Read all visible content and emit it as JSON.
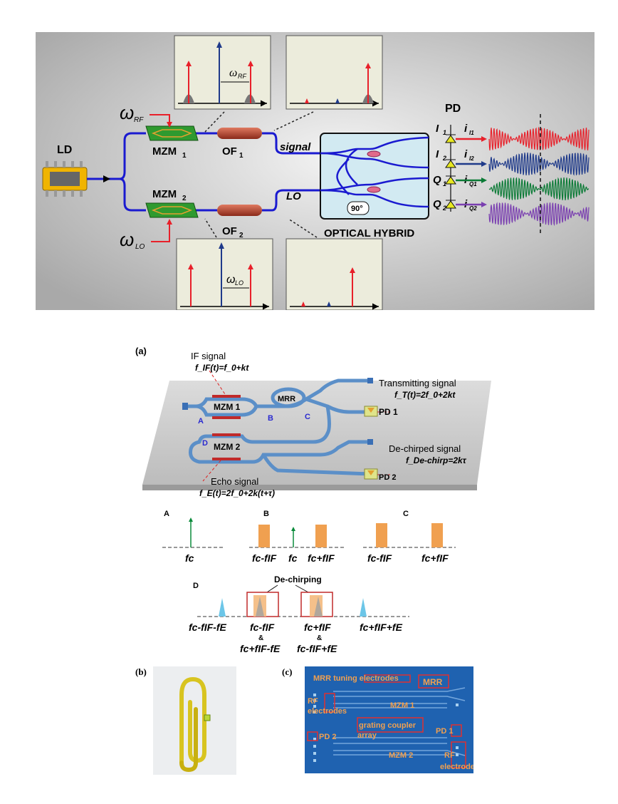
{
  "top": {
    "ld": "LD",
    "pd": "PD",
    "mzm1": "MZM",
    "mzm1_sub": "1",
    "mzm2": "MZM",
    "mzm2_sub": "2",
    "of1": "OF",
    "of1_sub": "1",
    "of2": "OF",
    "of2_sub": "2",
    "signal": "signal",
    "lo": "LO",
    "hybrid": "OPTICAL HYBRID",
    "phase": "90°",
    "omega_rf": "ω",
    "omega_rf_sub": "RF",
    "omega_lo": "ω",
    "omega_lo_sub": "LO",
    "outputs": [
      {
        "label": "I",
        "sub": "1",
        "current": "i",
        "current_sub": "I1"
      },
      {
        "label": "I",
        "sub": "2",
        "current": "i",
        "current_sub": "I2"
      },
      {
        "label": "Q",
        "sub": "1",
        "current": "i",
        "current_sub": "Q1"
      },
      {
        "label": "Q",
        "sub": "2",
        "current": "i",
        "current_sub": "Q2"
      }
    ],
    "colors": {
      "red": "#e8202a",
      "blue": "#1f3a8a",
      "green": "#0a7a35",
      "purple": "#7a3fb0"
    }
  },
  "panel_a": {
    "label": "(a)",
    "if_signal": "IF signal",
    "if_formula": "f_IF(t)=f_0+kt",
    "mzm1": "MZM 1",
    "mzm2": "MZM 2",
    "mrr": "MRR",
    "pd1": "PD 1",
    "pd2": "PD 2",
    "transmitting": "Transmitting signal",
    "transmitting_formula": "f_T(t)=2f_0+2kt",
    "dechirped": "De-chirped signal",
    "dechirped_formula": "f_De-chirp=2kτ",
    "echo": "Echo signal",
    "echo_formula": "f_E(t)=2f_0+2k(t+τ)",
    "points": [
      "A",
      "B",
      "C",
      "D"
    ]
  },
  "spectra": {
    "A": {
      "label": "A",
      "fc": "fc"
    },
    "B": {
      "label": "B",
      "lo": "fc-fIF",
      "mid": "fc",
      "hi": "fc+fIF"
    },
    "C": {
      "label": "C",
      "lo": "fc-fIF",
      "hi": "fc+fIF"
    },
    "D": {
      "label": "D",
      "dechirping": "De-chirping",
      "outer_lo": "fc-fIF-fE",
      "in_lo_1": "fc-fIF",
      "in_lo_amp": "&",
      "in_lo_2": "fc+fIF-fE",
      "in_hi_1": "fc+fIF",
      "in_hi_amp": "&",
      "in_hi_2": "fc-fIF+fE",
      "outer_hi": "fc+fIF+fE"
    }
  },
  "panel_b": {
    "label": "(b)"
  },
  "panel_c": {
    "label": "(c)",
    "mrr_tuning": "MRR tuning electrodes",
    "mrr": "MRR",
    "rf1": "RF",
    "rf1_2": "electrodes",
    "mzm1": "MZM 1",
    "grating1": "grating coupler",
    "grating2": "array",
    "pd1": "PD 1",
    "pd2": "PD 2",
    "mzm2": "MZM 2",
    "rf2": "RF",
    "rf2_2": "electrodes"
  }
}
